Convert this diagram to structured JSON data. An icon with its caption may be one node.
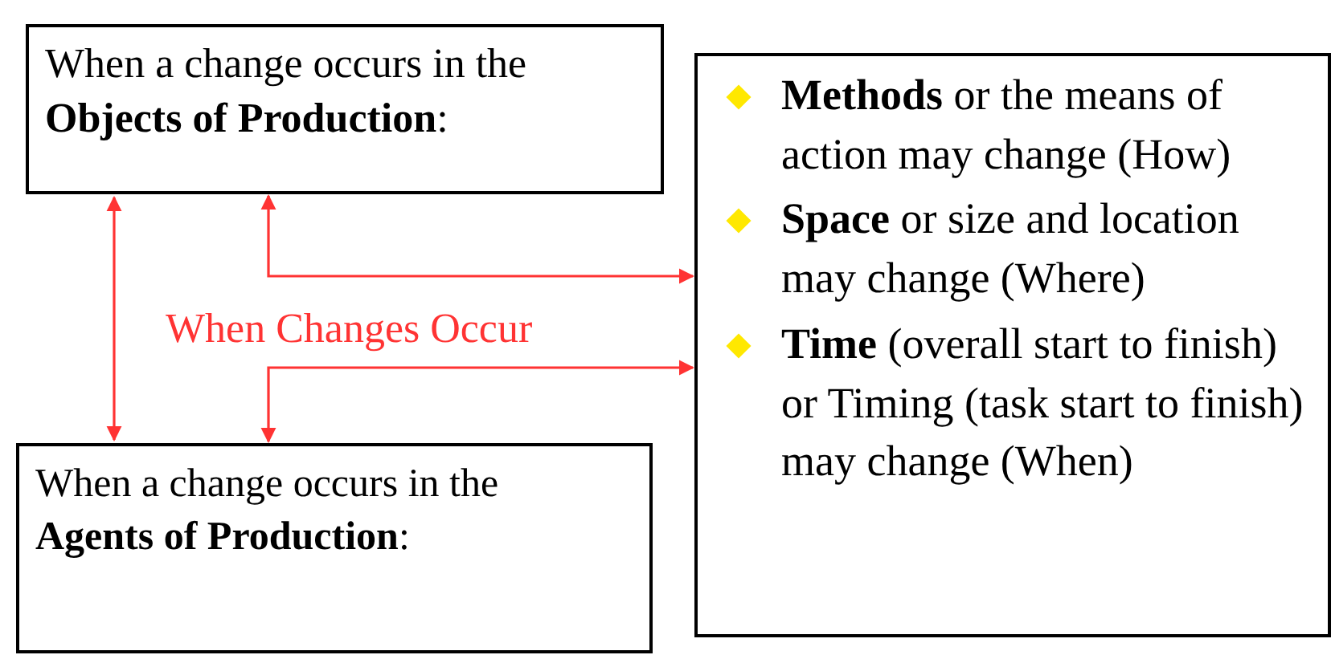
{
  "diagram": {
    "nodes": [
      {
        "text": [
          "When a change occurs in the **Objects of Production**:"
        ]
      },
      {
        "text": [
          "When a change occurs in the **Agents of Production**:"
        ]
      },
      {
        "text": [
          "**Methods** or the means of action may change (How)",
          "**Space** or size and location may change (Where)",
          "**Time** (overall start to finish) or Timing (task start to finish) may change (When)"
        ]
      }
    ],
    "edges": [
      {
        "from": 0,
        "to": 1,
        "arrow": "both"
      },
      {
        "from": 0,
        "to": 2,
        "arrow": "both"
      },
      {
        "from": 1,
        "to": 2,
        "arrow": "both"
      }
    ],
    "labels": [
      "When Changes Occur"
    ]
  }
}
